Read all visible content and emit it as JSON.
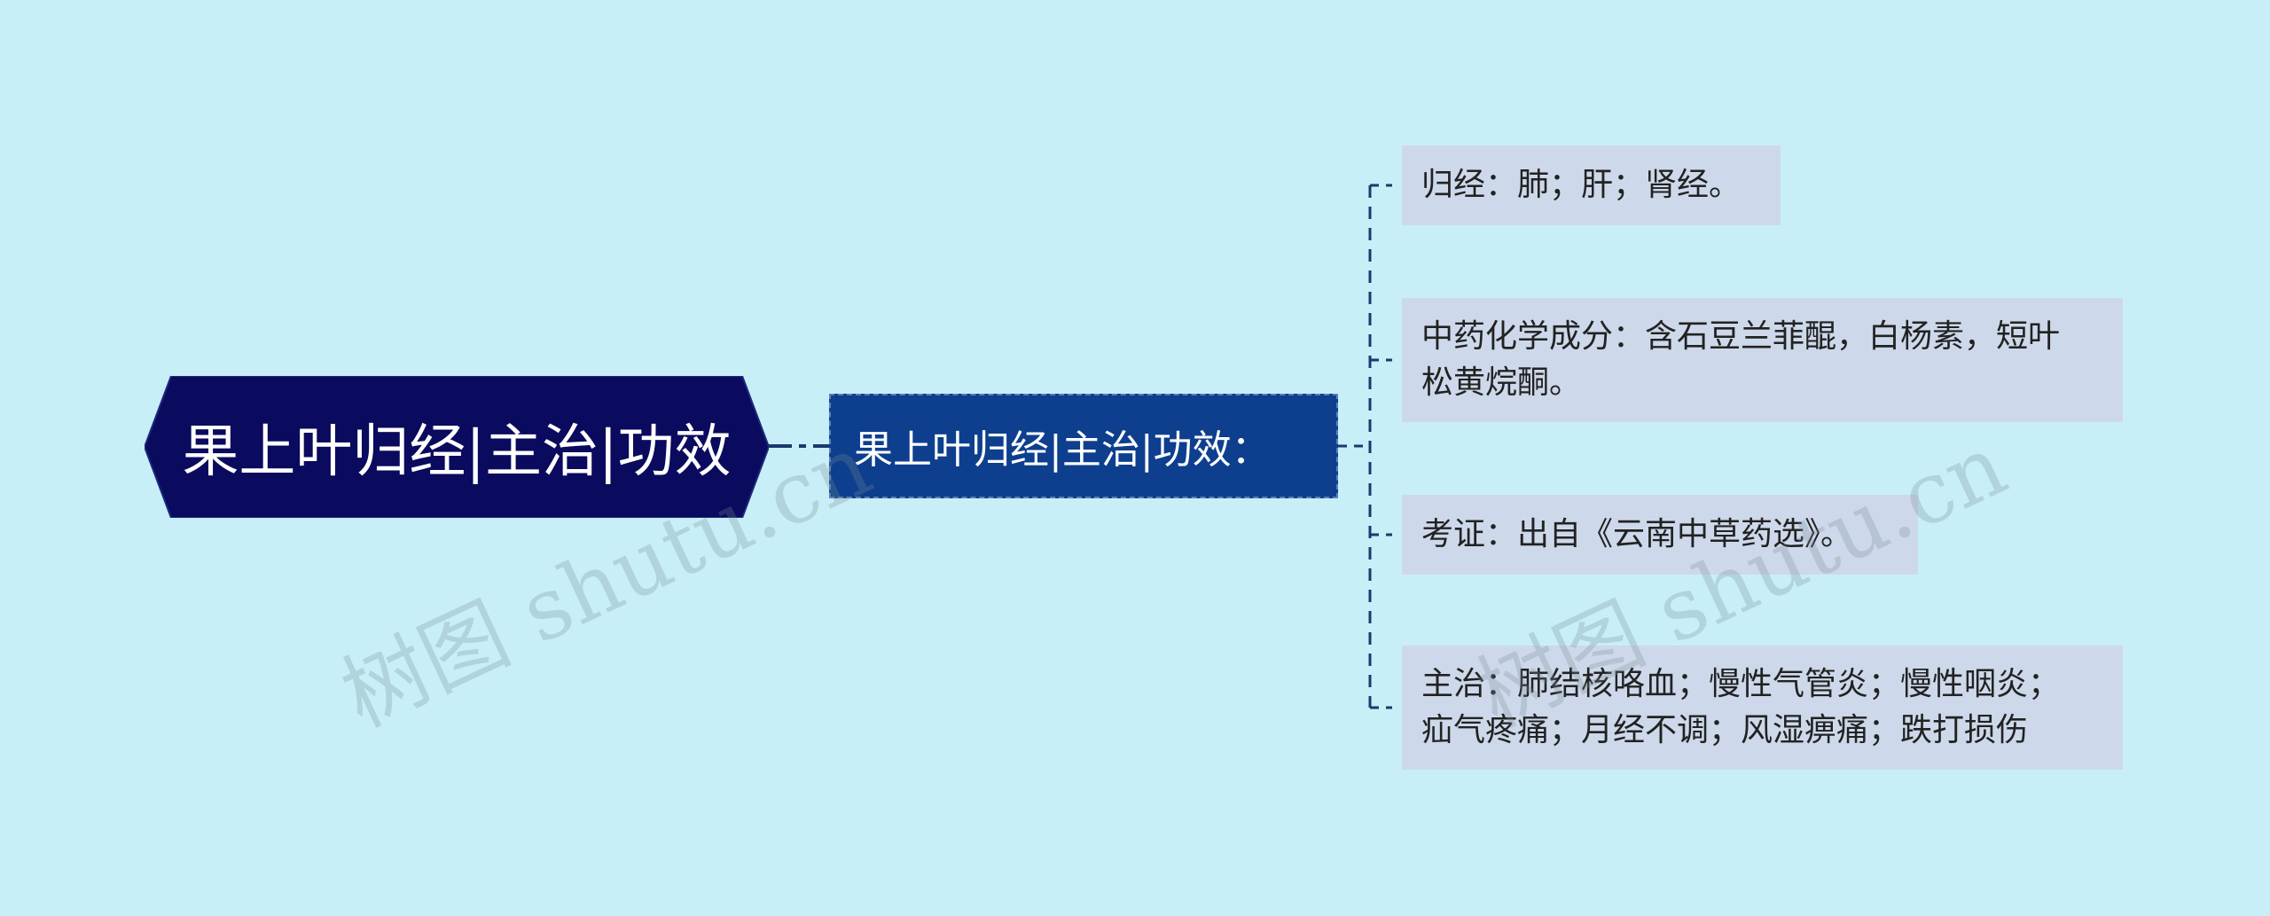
{
  "root": {
    "label": "果上叶归经|主治|功效"
  },
  "mid": {
    "label": "果上叶归经|主治|功效："
  },
  "leaves": [
    {
      "lines": [
        "归经：肺；肝；肾经。"
      ]
    },
    {
      "lines": [
        "中药化学成分：含石豆兰菲醌，白杨素，短叶",
        "松黄烷酮。"
      ]
    },
    {
      "lines": [
        "考证：出自《云南中草药选》。"
      ]
    },
    {
      "lines": [
        "主治：肺结核咯血；慢性气管炎；慢性咽炎；",
        "疝气疼痛；月经不调；风湿痹痛；跌打损伤"
      ]
    }
  ],
  "watermarks": [
    "树图 shutu.cn",
    "树图 shutu.cn"
  ],
  "colors": {
    "background": "#c8eff7",
    "root_fill": "#0a0a5e",
    "mid_fill": "#0d3f8e",
    "leaf_fill": "#cdd9ea",
    "connector": "#1a3a6e"
  }
}
